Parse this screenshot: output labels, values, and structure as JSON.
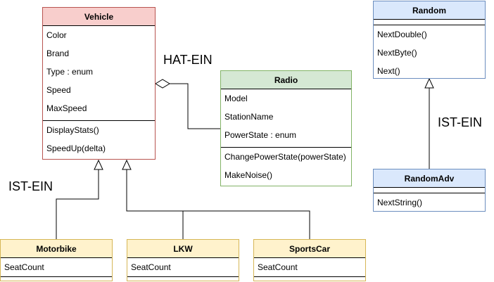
{
  "classes": {
    "vehicle": {
      "name": "Vehicle",
      "attributes": [
        "Color",
        "Brand",
        "Type : enum",
        "Speed",
        "MaxSpeed"
      ],
      "methods": [
        "DisplayStats()",
        "SpeedUp(delta)"
      ]
    },
    "radio": {
      "name": "Radio",
      "attributes": [
        "Model",
        "StationName",
        "PowerState : enum"
      ],
      "methods": [
        "ChangePowerState(powerState)",
        "MakeNoise()"
      ]
    },
    "random": {
      "name": "Random",
      "methods": [
        "NextDouble()",
        "NextByte()",
        "Next()"
      ]
    },
    "random_adv": {
      "name": "RandomAdv",
      "methods": [
        "NextString()"
      ]
    },
    "motorbike": {
      "name": "Motorbike",
      "attributes": [
        "SeatCount"
      ]
    },
    "lkw": {
      "name": "LKW",
      "attributes": [
        "SeatCount"
      ]
    },
    "sportscar": {
      "name": "SportsCar",
      "attributes": [
        "SeatCount"
      ]
    }
  },
  "labels": {
    "aggregation": "HAT-EIN",
    "inheritance_left": "IST-EIN",
    "inheritance_right": "IST-EIN"
  },
  "colors": {
    "vehicle_fill": "#f8cecc",
    "radio_fill": "#d5e8d4",
    "random_fill": "#dae8fc",
    "subclass_fill": "#fff2cc"
  }
}
